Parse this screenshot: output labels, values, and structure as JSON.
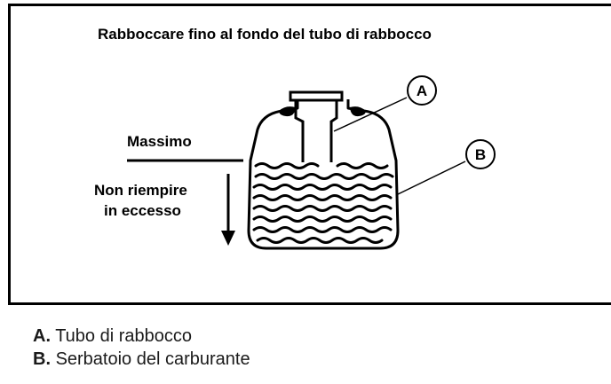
{
  "diagram": {
    "title": "Rabboccare fino al fondo del tubo di rabbocco",
    "max_label": "Massimo",
    "overfill_label_line1": "Non riempire",
    "overfill_label_line2": "in eccesso",
    "callout_a": "A",
    "callout_b": "B"
  },
  "legend": {
    "items": [
      {
        "letter": "A.",
        "text": "Tubo di rabbocco"
      },
      {
        "letter": "B.",
        "text": "Serbatoio del carburante"
      }
    ]
  }
}
